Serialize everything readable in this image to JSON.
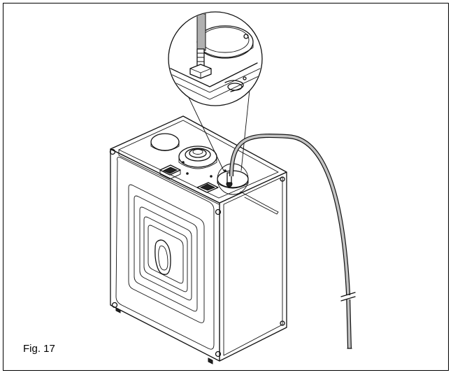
{
  "figure": {
    "label": "Fig. 17"
  },
  "parts": {
    "boiler": "boiler-unit",
    "detail": "magnified-connection-detail",
    "hose": "condensate-drain-hose"
  }
}
